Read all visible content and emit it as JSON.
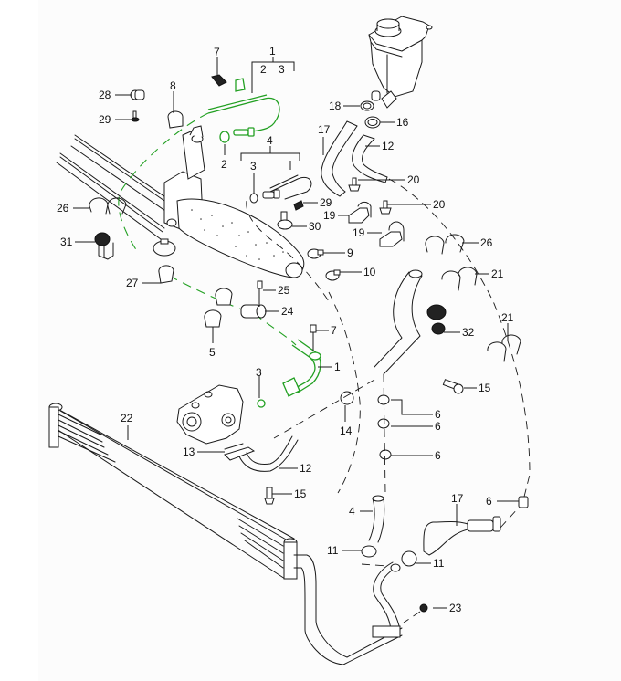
{
  "diagram": {
    "type": "exploded parts diagram",
    "subject": "power steering system",
    "colors": {
      "line": "#1a1a1a",
      "highlight": "#22a022",
      "background": "#fcfcfc"
    },
    "callouts": [
      {
        "id": "c1a",
        "label": "1"
      },
      {
        "id": "c1a-sub2",
        "label": "2"
      },
      {
        "id": "c1a-sub3",
        "label": "3"
      },
      {
        "id": "c2",
        "label": "2"
      },
      {
        "id": "c3a",
        "label": "3"
      },
      {
        "id": "c3b",
        "label": "3"
      },
      {
        "id": "c4a",
        "label": "4"
      },
      {
        "id": "c4b",
        "label": "4"
      },
      {
        "id": "c5",
        "label": "5"
      },
      {
        "id": "c6a",
        "label": "6"
      },
      {
        "id": "c6b",
        "label": "6"
      },
      {
        "id": "c6c",
        "label": "6"
      },
      {
        "id": "c6d",
        "label": "6"
      },
      {
        "id": "c7a",
        "label": "7"
      },
      {
        "id": "c7b",
        "label": "7"
      },
      {
        "id": "c8",
        "label": "8"
      },
      {
        "id": "c9",
        "label": "9"
      },
      {
        "id": "c10",
        "label": "10"
      },
      {
        "id": "c11a",
        "label": "11"
      },
      {
        "id": "c11b",
        "label": "11"
      },
      {
        "id": "c12a",
        "label": "12"
      },
      {
        "id": "c12b",
        "label": "12"
      },
      {
        "id": "c13",
        "label": "13"
      },
      {
        "id": "c14",
        "label": "14"
      },
      {
        "id": "c15a",
        "label": "15"
      },
      {
        "id": "c15b",
        "label": "15"
      },
      {
        "id": "c16",
        "label": "16"
      },
      {
        "id": "c17a",
        "label": "17"
      },
      {
        "id": "c17b",
        "label": "17"
      },
      {
        "id": "c18",
        "label": "18"
      },
      {
        "id": "c19a",
        "label": "19"
      },
      {
        "id": "c19b",
        "label": "19"
      },
      {
        "id": "c20a",
        "label": "20"
      },
      {
        "id": "c20b",
        "label": "20"
      },
      {
        "id": "c21a",
        "label": "21"
      },
      {
        "id": "c21b",
        "label": "21"
      },
      {
        "id": "c22",
        "label": "22"
      },
      {
        "id": "c23",
        "label": "23"
      },
      {
        "id": "c24",
        "label": "24"
      },
      {
        "id": "c25",
        "label": "25"
      },
      {
        "id": "c26a",
        "label": "26"
      },
      {
        "id": "c26b",
        "label": "26"
      },
      {
        "id": "c27",
        "label": "27"
      },
      {
        "id": "c28",
        "label": "28"
      },
      {
        "id": "c29a",
        "label": "29"
      },
      {
        "id": "c29b",
        "label": "29"
      },
      {
        "id": "c30",
        "label": "30"
      },
      {
        "id": "c31",
        "label": "31"
      },
      {
        "id": "c32",
        "label": "32"
      },
      {
        "id": "c1b",
        "label": "1"
      }
    ]
  }
}
